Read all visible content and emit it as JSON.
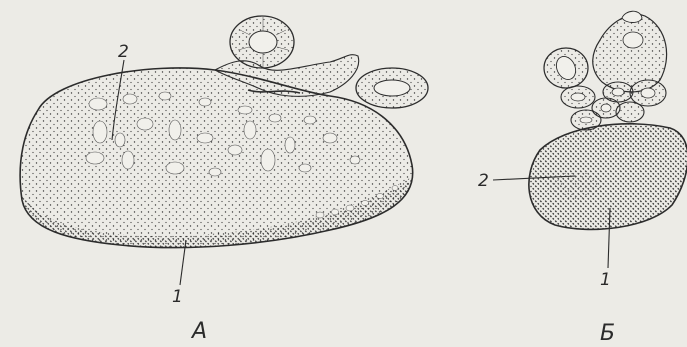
{
  "panels": [
    {
      "letter": "А",
      "labels": {
        "one": "1",
        "two": "2"
      }
    },
    {
      "letter": "Б",
      "labels": {
        "one": "1",
        "two": "2"
      }
    }
  ],
  "colors": {
    "paper": "#ecebe6",
    "ink": "#2c2c2c",
    "dots": "#3a3a3a"
  }
}
